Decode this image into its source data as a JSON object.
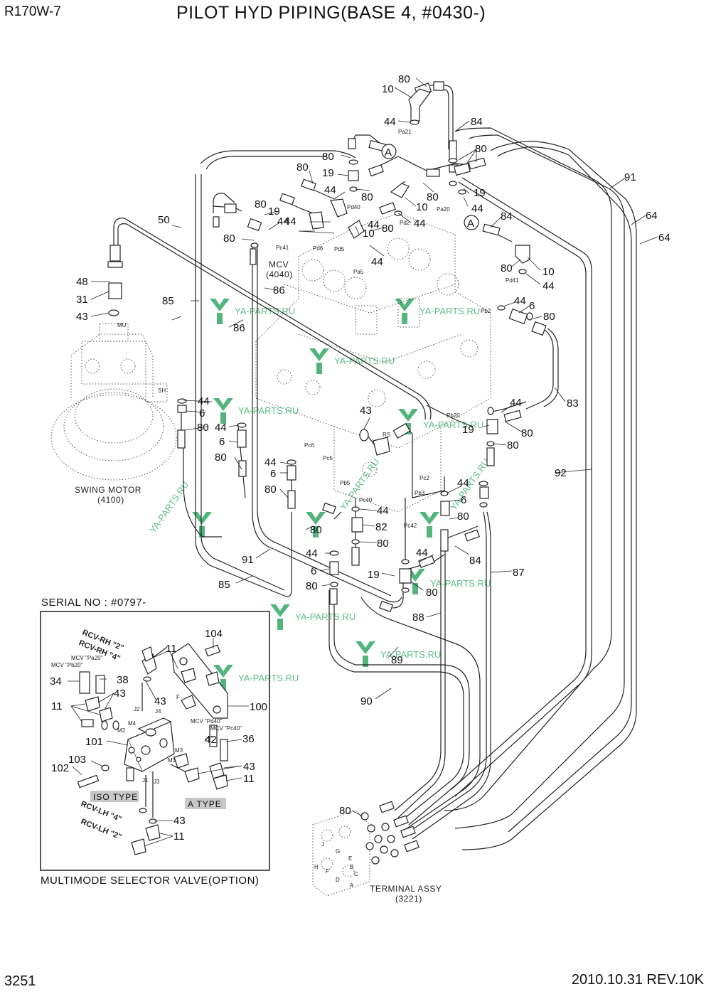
{
  "header": {
    "model": "R170W-7",
    "title": "PILOT HYD PIPING(BASE 4,  #0430-)"
  },
  "footer": {
    "page_number": "3251",
    "revision": "2010.10.31 REV.10K"
  },
  "components": {
    "mcv": "MCV",
    "mcv_code": "(4040)",
    "swing_motor": "SWING MOTOR",
    "swing_motor_code": "(4100)",
    "terminal": "TERMINAL ASSY",
    "terminal_code": "(3221)"
  },
  "inset": {
    "serial_label": "SERIAL NO : #0797-",
    "caption": "MULTIMODE SELECTOR VALVE(OPTION)",
    "iso_type": "ISO TYPE",
    "a_type": "A TYPE",
    "rcv_rh_2": "RCV-RH \"2\"",
    "rcv_rh_4": "RCV-RH \"4\"",
    "rcv_lh_4": "RCV-LH \"4\"",
    "rcv_lh_2": "RCV-LH \"2\"",
    "mcv_pa20": "MCV \"Pa20\"",
    "mcv_pb20": "MCV \"Pb20\"",
    "mcv_pd40": "MCV \"Pd40\"",
    "mcv_pc40": "MCV \"Pc40\""
  },
  "callouts": [
    {
      "id": "c1",
      "text": "80"
    },
    {
      "id": "c2",
      "text": "10"
    },
    {
      "id": "c3",
      "text": "44"
    },
    {
      "id": "c4",
      "text": "84"
    },
    {
      "id": "c5",
      "text": "80"
    },
    {
      "id": "c6",
      "text": "19"
    },
    {
      "id": "c7",
      "text": "44"
    },
    {
      "id": "c8",
      "text": "80"
    },
    {
      "id": "c9",
      "text": "80"
    },
    {
      "id": "c10",
      "text": "80"
    },
    {
      "id": "c11",
      "text": "19"
    },
    {
      "id": "c12",
      "text": "44"
    },
    {
      "id": "c13",
      "text": "44"
    },
    {
      "id": "c14",
      "text": "10"
    },
    {
      "id": "c15",
      "text": "80"
    },
    {
      "id": "c16",
      "text": "80"
    },
    {
      "id": "c17",
      "text": "10"
    },
    {
      "id": "c18",
      "text": "44"
    },
    {
      "id": "c19",
      "text": "44"
    },
    {
      "id": "c20",
      "text": "80"
    },
    {
      "id": "c21",
      "text": "19"
    },
    {
      "id": "c22",
      "text": "44"
    },
    {
      "id": "c23",
      "text": "91"
    },
    {
      "id": "c24",
      "text": "64"
    },
    {
      "id": "c25",
      "text": "64"
    },
    {
      "id": "c26",
      "text": "84"
    },
    {
      "id": "c27",
      "text": "80"
    },
    {
      "id": "c28",
      "text": "10"
    },
    {
      "id": "c29",
      "text": "44"
    },
    {
      "id": "c30",
      "text": "50"
    },
    {
      "id": "c31",
      "text": "80"
    },
    {
      "id": "c32",
      "text": "48"
    },
    {
      "id": "c33",
      "text": "31"
    },
    {
      "id": "c34",
      "text": "43"
    },
    {
      "id": "c35",
      "text": "85"
    },
    {
      "id": "c36",
      "text": "86"
    },
    {
      "id": "c37",
      "text": "86"
    },
    {
      "id": "c38",
      "text": "44"
    },
    {
      "id": "c39",
      "text": "6"
    },
    {
      "id": "c40",
      "text": "80"
    },
    {
      "id": "c41",
      "text": "44"
    },
    {
      "id": "c42",
      "text": "6"
    },
    {
      "id": "c43",
      "text": "80"
    },
    {
      "id": "c44",
      "text": "44"
    },
    {
      "id": "c45",
      "text": "6"
    },
    {
      "id": "c46",
      "text": "80"
    },
    {
      "id": "c47",
      "text": "43"
    },
    {
      "id": "c48",
      "text": "83"
    },
    {
      "id": "c49",
      "text": "44"
    },
    {
      "id": "c50",
      "text": "19"
    },
    {
      "id": "c51",
      "text": "80"
    },
    {
      "id": "c52",
      "text": "80"
    },
    {
      "id": "c53",
      "text": "92"
    },
    {
      "id": "c54",
      "text": "44"
    },
    {
      "id": "c55",
      "text": "6"
    },
    {
      "id": "c56",
      "text": "80"
    },
    {
      "id": "c57",
      "text": "44"
    },
    {
      "id": "c58",
      "text": "82"
    },
    {
      "id": "c59",
      "text": "80"
    },
    {
      "id": "c60",
      "text": "80"
    },
    {
      "id": "c61",
      "text": "44"
    },
    {
      "id": "c62",
      "text": "84"
    },
    {
      "id": "c63",
      "text": "87"
    },
    {
      "id": "c64",
      "text": "19"
    },
    {
      "id": "c65",
      "text": "80"
    },
    {
      "id": "c66",
      "text": "44"
    },
    {
      "id": "c67",
      "text": "6"
    },
    {
      "id": "c68",
      "text": "80"
    },
    {
      "id": "c69",
      "text": "91"
    },
    {
      "id": "c70",
      "text": "85"
    },
    {
      "id": "c71",
      "text": "88"
    },
    {
      "id": "c72",
      "text": "89"
    },
    {
      "id": "c73",
      "text": "90"
    },
    {
      "id": "c74",
      "text": "80"
    },
    {
      "id": "c75",
      "text": "104"
    },
    {
      "id": "c76",
      "text": "11"
    },
    {
      "id": "c77",
      "text": "38"
    },
    {
      "id": "c78",
      "text": "34"
    },
    {
      "id": "c79",
      "text": "43"
    },
    {
      "id": "c80",
      "text": "43"
    },
    {
      "id": "c81",
      "text": "11"
    },
    {
      "id": "c82",
      "text": "100"
    },
    {
      "id": "c83",
      "text": "101"
    },
    {
      "id": "c84",
      "text": "42"
    },
    {
      "id": "c85",
      "text": "36"
    },
    {
      "id": "c86",
      "text": "103"
    },
    {
      "id": "c87",
      "text": "102"
    },
    {
      "id": "c88",
      "text": "43"
    },
    {
      "id": "c89",
      "text": "11"
    },
    {
      "id": "c90",
      "text": "43"
    },
    {
      "id": "c91",
      "text": "11"
    },
    {
      "id": "c92",
      "text": "44"
    },
    {
      "id": "c93",
      "text": "44"
    }
  ],
  "port_labels": [
    {
      "id": "p1",
      "text": "Pa21"
    },
    {
      "id": "p2",
      "text": "Pd40"
    },
    {
      "id": "p3",
      "text": "Pd2"
    },
    {
      "id": "p4",
      "text": "Pa20"
    },
    {
      "id": "p5",
      "text": "Pc41"
    },
    {
      "id": "p6",
      "text": "Pd6"
    },
    {
      "id": "p7",
      "text": "Pd5"
    },
    {
      "id": "p8",
      "text": "Pa5"
    },
    {
      "id": "p9",
      "text": "Pd41"
    },
    {
      "id": "p10",
      "text": "Pb2"
    },
    {
      "id": "p11",
      "text": "MU"
    },
    {
      "id": "p12",
      "text": "SH"
    },
    {
      "id": "p13",
      "text": "Pb20"
    },
    {
      "id": "p14",
      "text": "RS"
    },
    {
      "id": "p15",
      "text": "Pc6"
    },
    {
      "id": "p16",
      "text": "Pc5"
    },
    {
      "id": "p17",
      "text": "Pb5"
    },
    {
      "id": "p18",
      "text": "Pc40"
    },
    {
      "id": "p19",
      "text": "Pc2"
    },
    {
      "id": "p20",
      "text": "Pb3"
    },
    {
      "id": "p21",
      "text": "Pc42"
    },
    {
      "id": "p22",
      "text": "J2"
    },
    {
      "id": "p23",
      "text": "J4"
    },
    {
      "id": "p24",
      "text": "M4"
    },
    {
      "id": "p25",
      "text": "M2"
    },
    {
      "id": "p26",
      "text": "M3"
    },
    {
      "id": "p27",
      "text": "M1"
    },
    {
      "id": "p28",
      "text": "J1"
    },
    {
      "id": "p29",
      "text": "J3"
    },
    {
      "id": "p30",
      "text": "F"
    }
  ],
  "markers": [
    {
      "id": "m1",
      "text": "A"
    },
    {
      "id": "m2",
      "text": "A"
    }
  ],
  "terminal_ports": [
    "J",
    "G",
    "F",
    "H",
    "E",
    "D",
    "B",
    "C",
    "A"
  ],
  "watermark": "YA-PARTS.RU"
}
